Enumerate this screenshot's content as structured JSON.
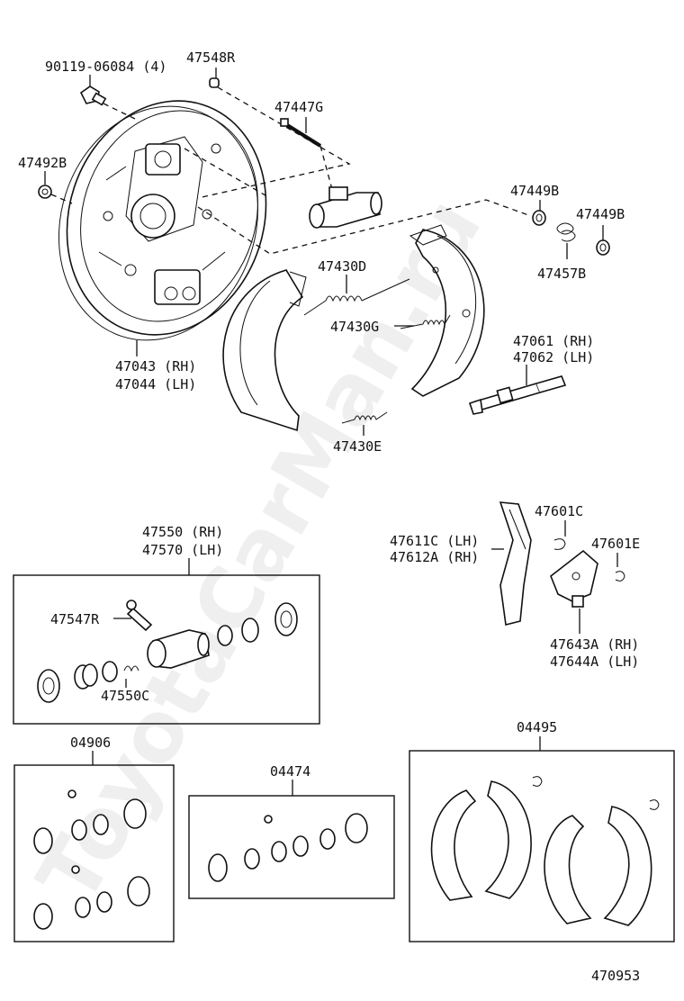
{
  "labels": {
    "bolt": "90119-06084 (4)",
    "bleeder_cap": "47548R",
    "pin": "47447G",
    "nut": "47492B",
    "plate_plug_a": "47449B",
    "plate_plug_b": "47449B",
    "spring_d": "47430D",
    "spring_g": "47430G",
    "spring_457": "47457B",
    "spring_e": "47430E",
    "plate_rh": "47043 (RH)",
    "plate_lh": "47044 (LH)",
    "adjuster_rh": "47061 (RH)",
    "adjuster_lh": "47062 (LH)",
    "cylinder_rh": "47550 (RH)",
    "cylinder_lh": "47570 (LH)",
    "bleeder": "47547R",
    "cup_kit": "47550C",
    "lever_lh": "47611C (LH)",
    "lever_rh": "47612A (RH)",
    "clip_c": "47601C",
    "clip_e": "47601E",
    "strut_rh": "47643A (RH)",
    "strut_lh": "47644A (LH)",
    "kit_04906": "04906",
    "kit_04474": "04474",
    "kit_04495": "04495",
    "figure_no": "470953"
  },
  "watermark": "ToyotaCarMan.ru"
}
